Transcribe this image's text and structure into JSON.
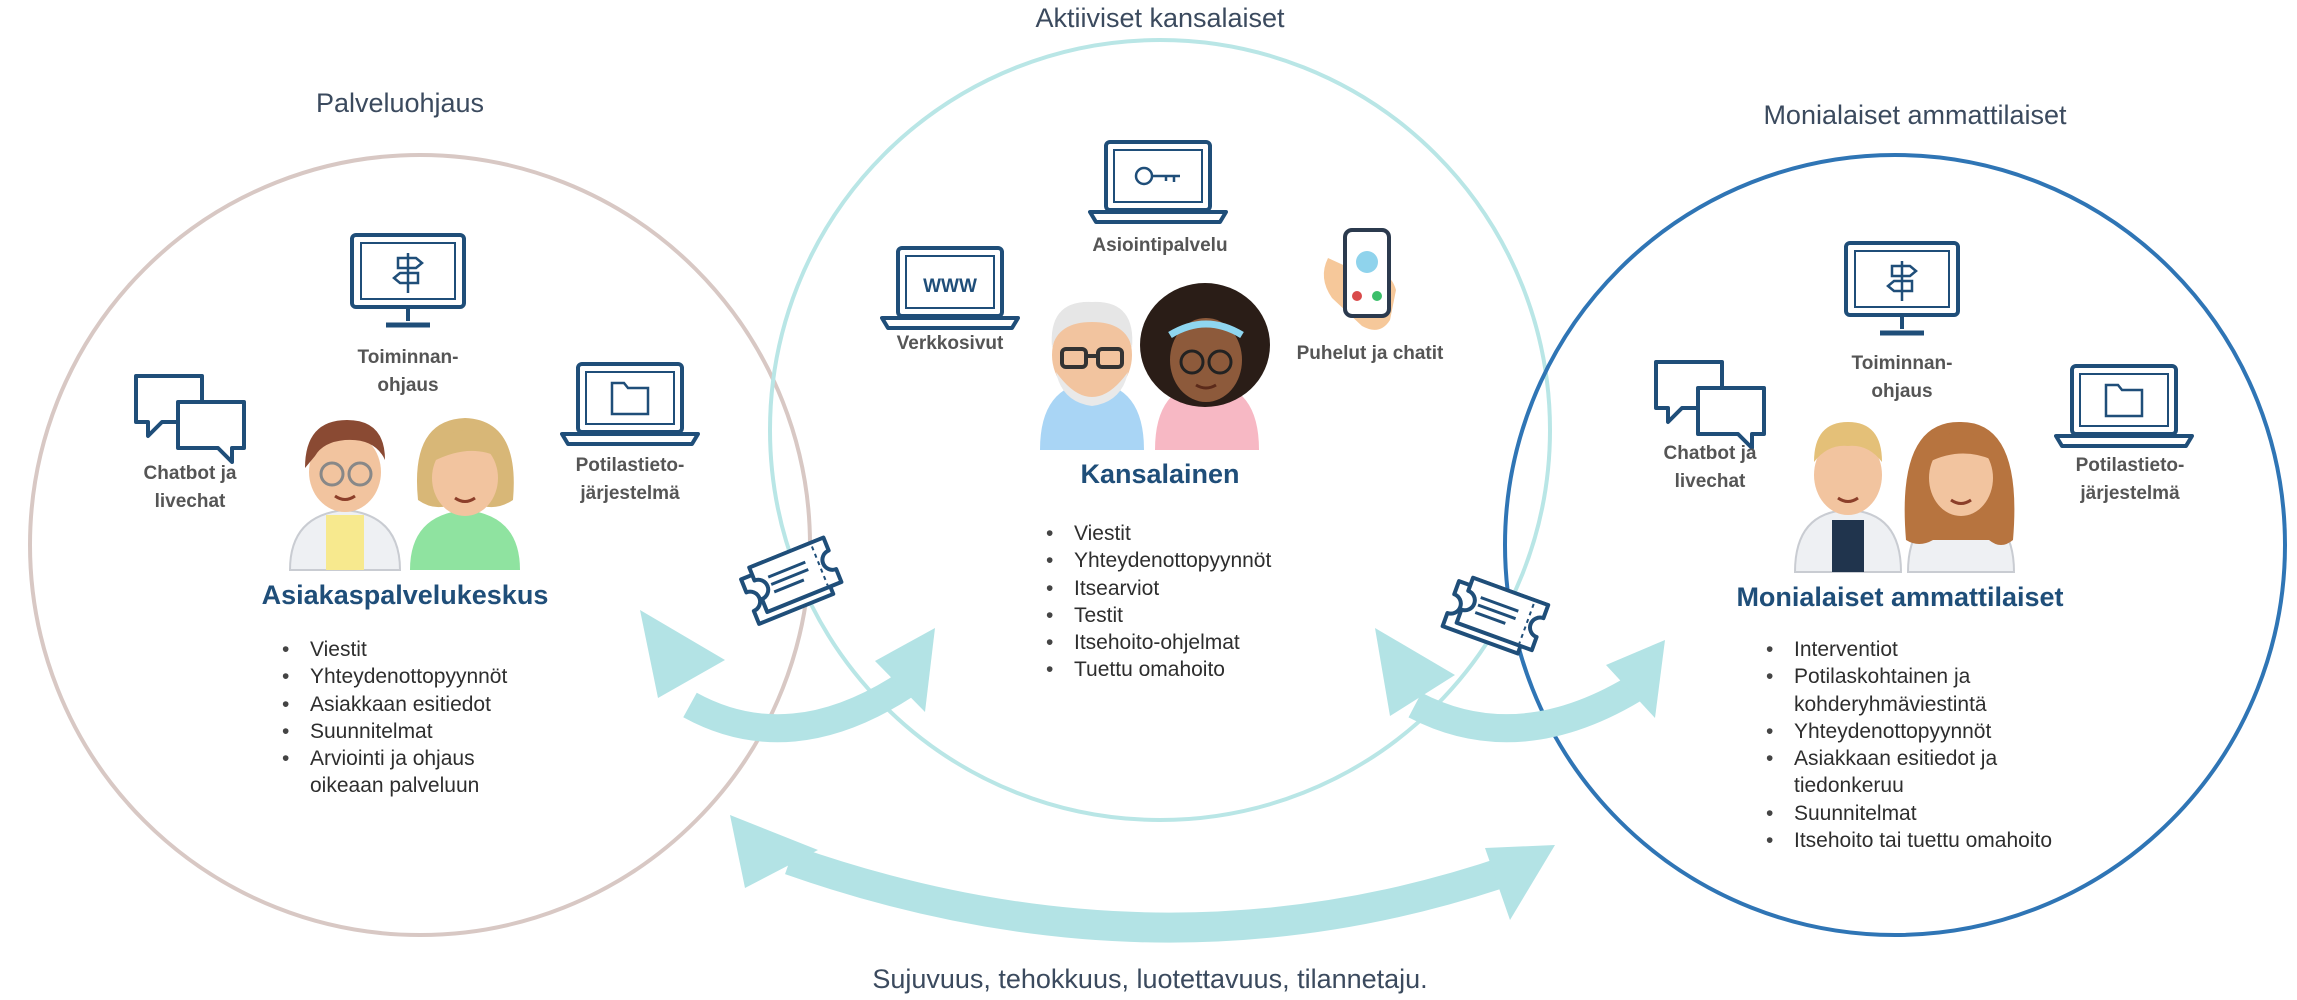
{
  "circles": {
    "left": {
      "title": "Palveluohjaus",
      "color": "#d8c8c4"
    },
    "center": {
      "title": "Aktiiviset kansalaiset",
      "color": "#b9e6e6"
    },
    "right": {
      "title": "Monialaiset ammattilaiset",
      "color": "#2f75b5"
    }
  },
  "left_panel": {
    "icons": {
      "guidance": {
        "icon": "signpost-monitor-icon",
        "label_lines": [
          "Toiminnan-",
          "ohjaus"
        ]
      },
      "chat": {
        "icon": "chat-bubbles-icon",
        "label_lines": [
          "Chatbot ja",
          "livechat"
        ]
      },
      "records": {
        "icon": "folder-laptop-icon",
        "label_lines": [
          "Potilastieto-",
          "järjestelmä"
        ]
      }
    },
    "hub_title": "Asiakaspalvelukeskus",
    "items": [
      "Viestit",
      "Yhteydenottopyynnöt",
      "Asiakkaan esitiedot",
      "Suunnitelmat",
      "Arviointi ja ohjaus",
      "oikeaan palveluun"
    ]
  },
  "center_panel": {
    "icons": {
      "service": {
        "icon": "key-laptop-icon",
        "label_lines": [
          "Asiointipalvelu"
        ]
      },
      "web": {
        "icon": "www-laptop-icon",
        "label_lines": [
          "Verkkosivut"
        ],
        "screen_text": "WWW"
      },
      "phone": {
        "icon": "smartphone-icon",
        "label_lines": [
          "Puhelut ja chatit"
        ]
      }
    },
    "hub_title": "Kansalainen",
    "items": [
      "Viestit",
      "Yhteydenottopyynnöt",
      "Itsearviot",
      "Testit",
      "Itsehoito-ohjelmat",
      "Tuettu omahoito"
    ]
  },
  "right_panel": {
    "icons": {
      "guidance": {
        "icon": "signpost-monitor-icon",
        "label_lines": [
          "Toiminnan-",
          "ohjaus"
        ]
      },
      "chat": {
        "icon": "chat-bubbles-icon",
        "label_lines": [
          "Chatbot ja",
          "livechat"
        ]
      },
      "records": {
        "icon": "folder-laptop-icon",
        "label_lines": [
          "Potilastieto-",
          "järjestelmä"
        ]
      }
    },
    "hub_title": "Monialaiset ammattilaiset",
    "items": [
      "Interventiot",
      "Potilaskohtainen ja",
      "kohderyhmäviestintä",
      "Yhteydenottopyynnöt",
      "Asiakkaan esitiedot ja",
      "tiedonkeruu",
      "Suunnitelmat",
      "Itsehoito tai tuettu omahoito"
    ]
  },
  "tickets": {
    "icon": "ticket-icon"
  },
  "arrows": {
    "color": "#b3e3e5"
  },
  "footer": "Sujuvuus, tehokkuus, luotettavuus, tilannetaju."
}
